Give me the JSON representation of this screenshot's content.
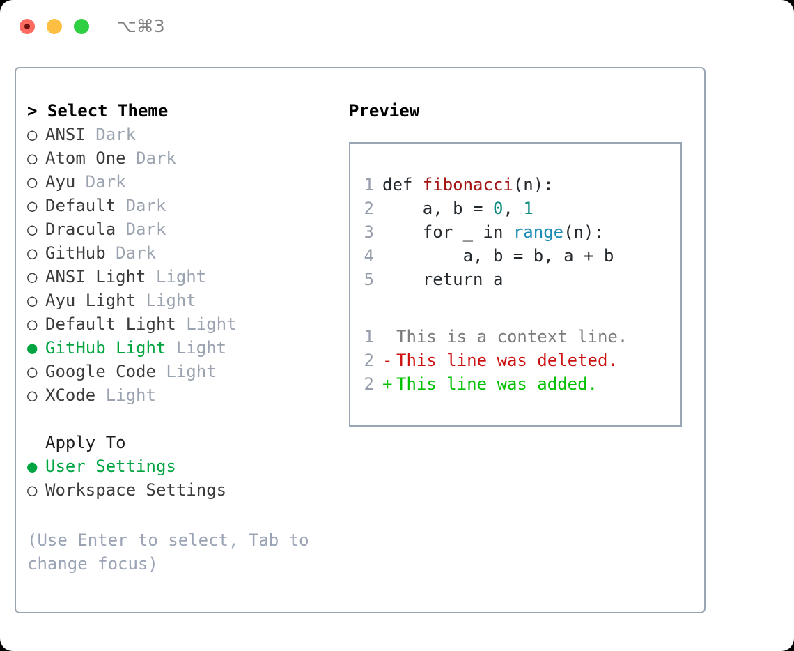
{
  "window": {
    "shortcut": "⌥⌘3",
    "traffic_lights": [
      "close-dot",
      "minimize-dot",
      "maximize-dot"
    ],
    "accent_selected": "#00a542",
    "border_color": "#9aa5b4"
  },
  "theme_panel": {
    "heading": "> Select Theme",
    "items": [
      {
        "bullet": "○",
        "name": "ANSI",
        "tag": "Dark",
        "selected": false
      },
      {
        "bullet": "○",
        "name": "Atom One",
        "tag": "Dark",
        "selected": false
      },
      {
        "bullet": "○",
        "name": "Ayu",
        "tag": "Dark",
        "selected": false
      },
      {
        "bullet": "○",
        "name": "Default",
        "tag": "Dark",
        "selected": false
      },
      {
        "bullet": "○",
        "name": "Dracula",
        "tag": "Dark",
        "selected": false
      },
      {
        "bullet": "○",
        "name": "GitHub",
        "tag": "Dark",
        "selected": false
      },
      {
        "bullet": "○",
        "name": "ANSI Light",
        "tag": "Light",
        "selected": false
      },
      {
        "bullet": "○",
        "name": "Ayu Light",
        "tag": "Light",
        "selected": false
      },
      {
        "bullet": "○",
        "name": "Default Light",
        "tag": "Light",
        "selected": false
      },
      {
        "bullet": "●",
        "name": "GitHub Light",
        "tag": "Light",
        "selected": true
      },
      {
        "bullet": "○",
        "name": "Google Code",
        "tag": "Light",
        "selected": false
      },
      {
        "bullet": "○",
        "name": "XCode",
        "tag": "Light",
        "selected": false
      }
    ]
  },
  "apply_to": {
    "heading": "Apply To",
    "options": [
      {
        "bullet": "●",
        "label": "User Settings",
        "selected": true
      },
      {
        "bullet": "○",
        "label": "Workspace Settings",
        "selected": false
      }
    ]
  },
  "hint": "(Use Enter to select, Tab to change focus)",
  "preview": {
    "heading": "Preview",
    "code_lines": [
      {
        "no": "1",
        "tokens": [
          {
            "t": "def ",
            "c": "kw"
          },
          {
            "t": "fibonacci",
            "c": "fn"
          },
          {
            "t": "(n):",
            "c": "plain"
          }
        ]
      },
      {
        "no": "2",
        "tokens": [
          {
            "t": "    a, b = ",
            "c": "plain"
          },
          {
            "t": "0",
            "c": "num"
          },
          {
            "t": ", ",
            "c": "plain"
          },
          {
            "t": "1",
            "c": "num"
          }
        ]
      },
      {
        "no": "3",
        "tokens": [
          {
            "t": "    for _ in ",
            "c": "kw"
          },
          {
            "t": "range",
            "c": "builtin"
          },
          {
            "t": "(n):",
            "c": "plain"
          }
        ]
      },
      {
        "no": "4",
        "tokens": [
          {
            "t": "        a, b = b, a + b",
            "c": "plain"
          }
        ]
      },
      {
        "no": "5",
        "tokens": [
          {
            "t": "    return a",
            "c": "kw"
          }
        ]
      }
    ],
    "diff_lines": [
      {
        "no": "1",
        "marker": " ",
        "text": "This is a context line.",
        "kind": "context"
      },
      {
        "no": "2",
        "marker": "-",
        "text": "This line was deleted.",
        "kind": "deleted"
      },
      {
        "no": "2",
        "marker": "+",
        "text": "This line was added.",
        "kind": "added"
      }
    ]
  }
}
